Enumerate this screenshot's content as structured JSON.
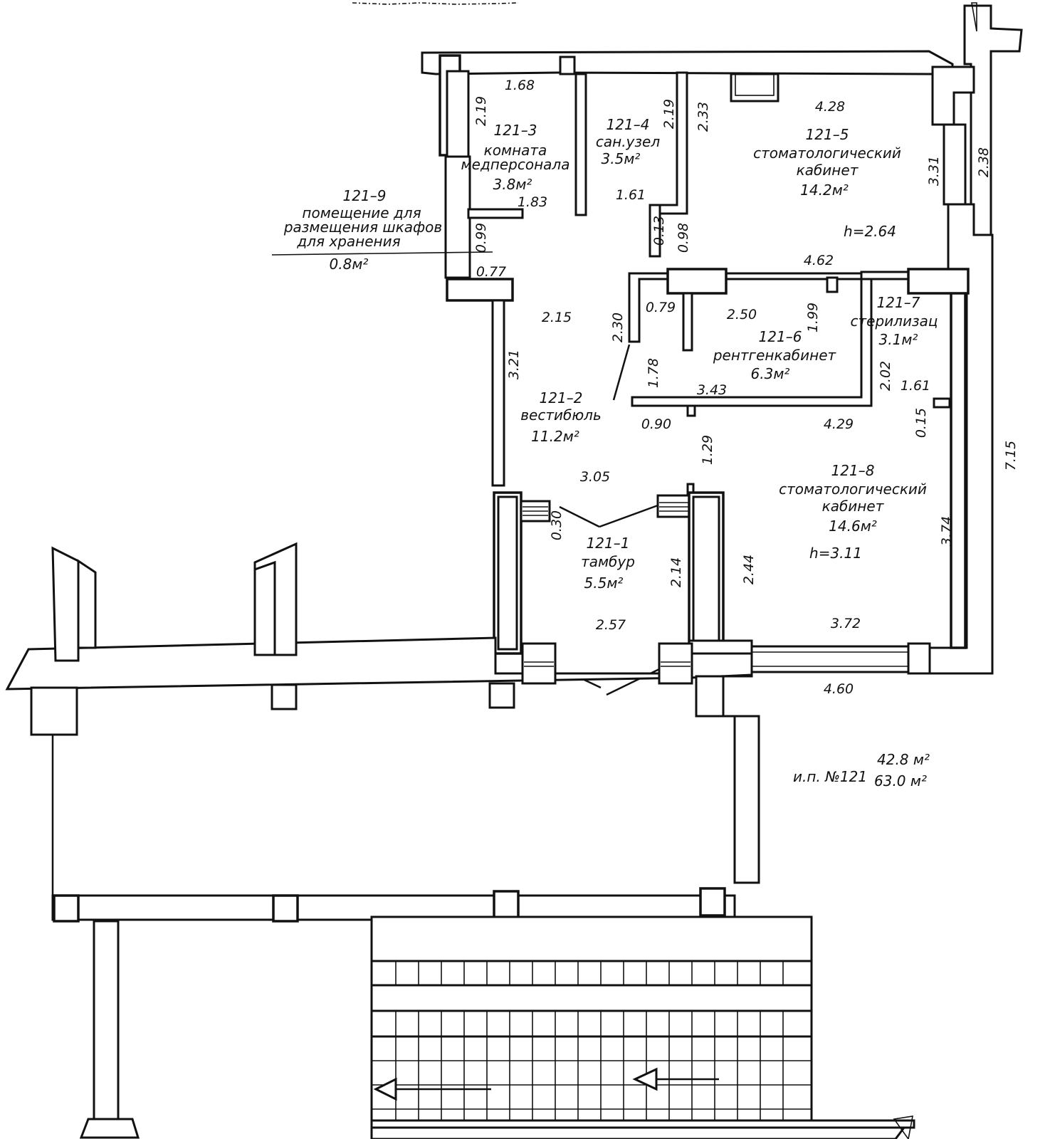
{
  "rooms": {
    "r3": {
      "id": "121–3",
      "name1": "комната",
      "name2": "медперсонала",
      "area": "3.8м²"
    },
    "r4": {
      "id": "121–4",
      "name1": "сан.узел",
      "area": "3.5м²"
    },
    "r5": {
      "id": "121–5",
      "name1": "стоматологический",
      "name2": "кабинет",
      "area": "14.2м²",
      "height": "h=2.64"
    },
    "r9": {
      "id": "121–9",
      "name1": "помещение для",
      "name2": "размещения шкафов",
      "name3": "для хранения",
      "area": "0.8м²"
    },
    "r6": {
      "id": "121–6",
      "name1": "рентгенкабинет",
      "area": "6.3м²"
    },
    "r7": {
      "id": "121–7",
      "name1": "стерилизац",
      "area": "3.1м²"
    },
    "r2": {
      "id": "121–2",
      "name1": "вестибюль",
      "area": "11.2м²"
    },
    "r8": {
      "id": "121–8",
      "name1": "стоматологический",
      "name2": "кабинет",
      "area": "14.6м²",
      "height": "h=3.11"
    },
    "r1": {
      "id": "121–1",
      "name1": "тамбур",
      "area": "5.5м²"
    }
  },
  "dimensions": {
    "d168": "1.68",
    "d219a": "2.19",
    "d219b": "2.19",
    "d233": "2.33",
    "d428": "4.28",
    "d331": "3.31",
    "d238": "2.38",
    "d183": "1.83",
    "d161a": "1.61",
    "d099": "0.99",
    "d013": "0.13",
    "d098": "0.98",
    "d077": "0.77",
    "d462": "4.62",
    "d215": "2.15",
    "d230": "2.30",
    "d079": "0.79",
    "d250": "2.50",
    "d199": "1.99",
    "d321": "3.21",
    "d178": "1.78",
    "d343": "3.43",
    "d202": "2.02",
    "d161b": "1.61",
    "d015": "0.15",
    "d090": "0.90",
    "d429": "4.29",
    "d129": "1.29",
    "d715": "7.15",
    "d305": "3.05",
    "d030": "0.30",
    "d214": "2.14",
    "d244": "2.44",
    "d374": "3.74",
    "d257": "2.57",
    "d372": "3.72",
    "d460": "4.60"
  },
  "summary": {
    "unit": "и.п. №121",
    "area1": "42.8 м²",
    "area2": "63.0 м²"
  }
}
